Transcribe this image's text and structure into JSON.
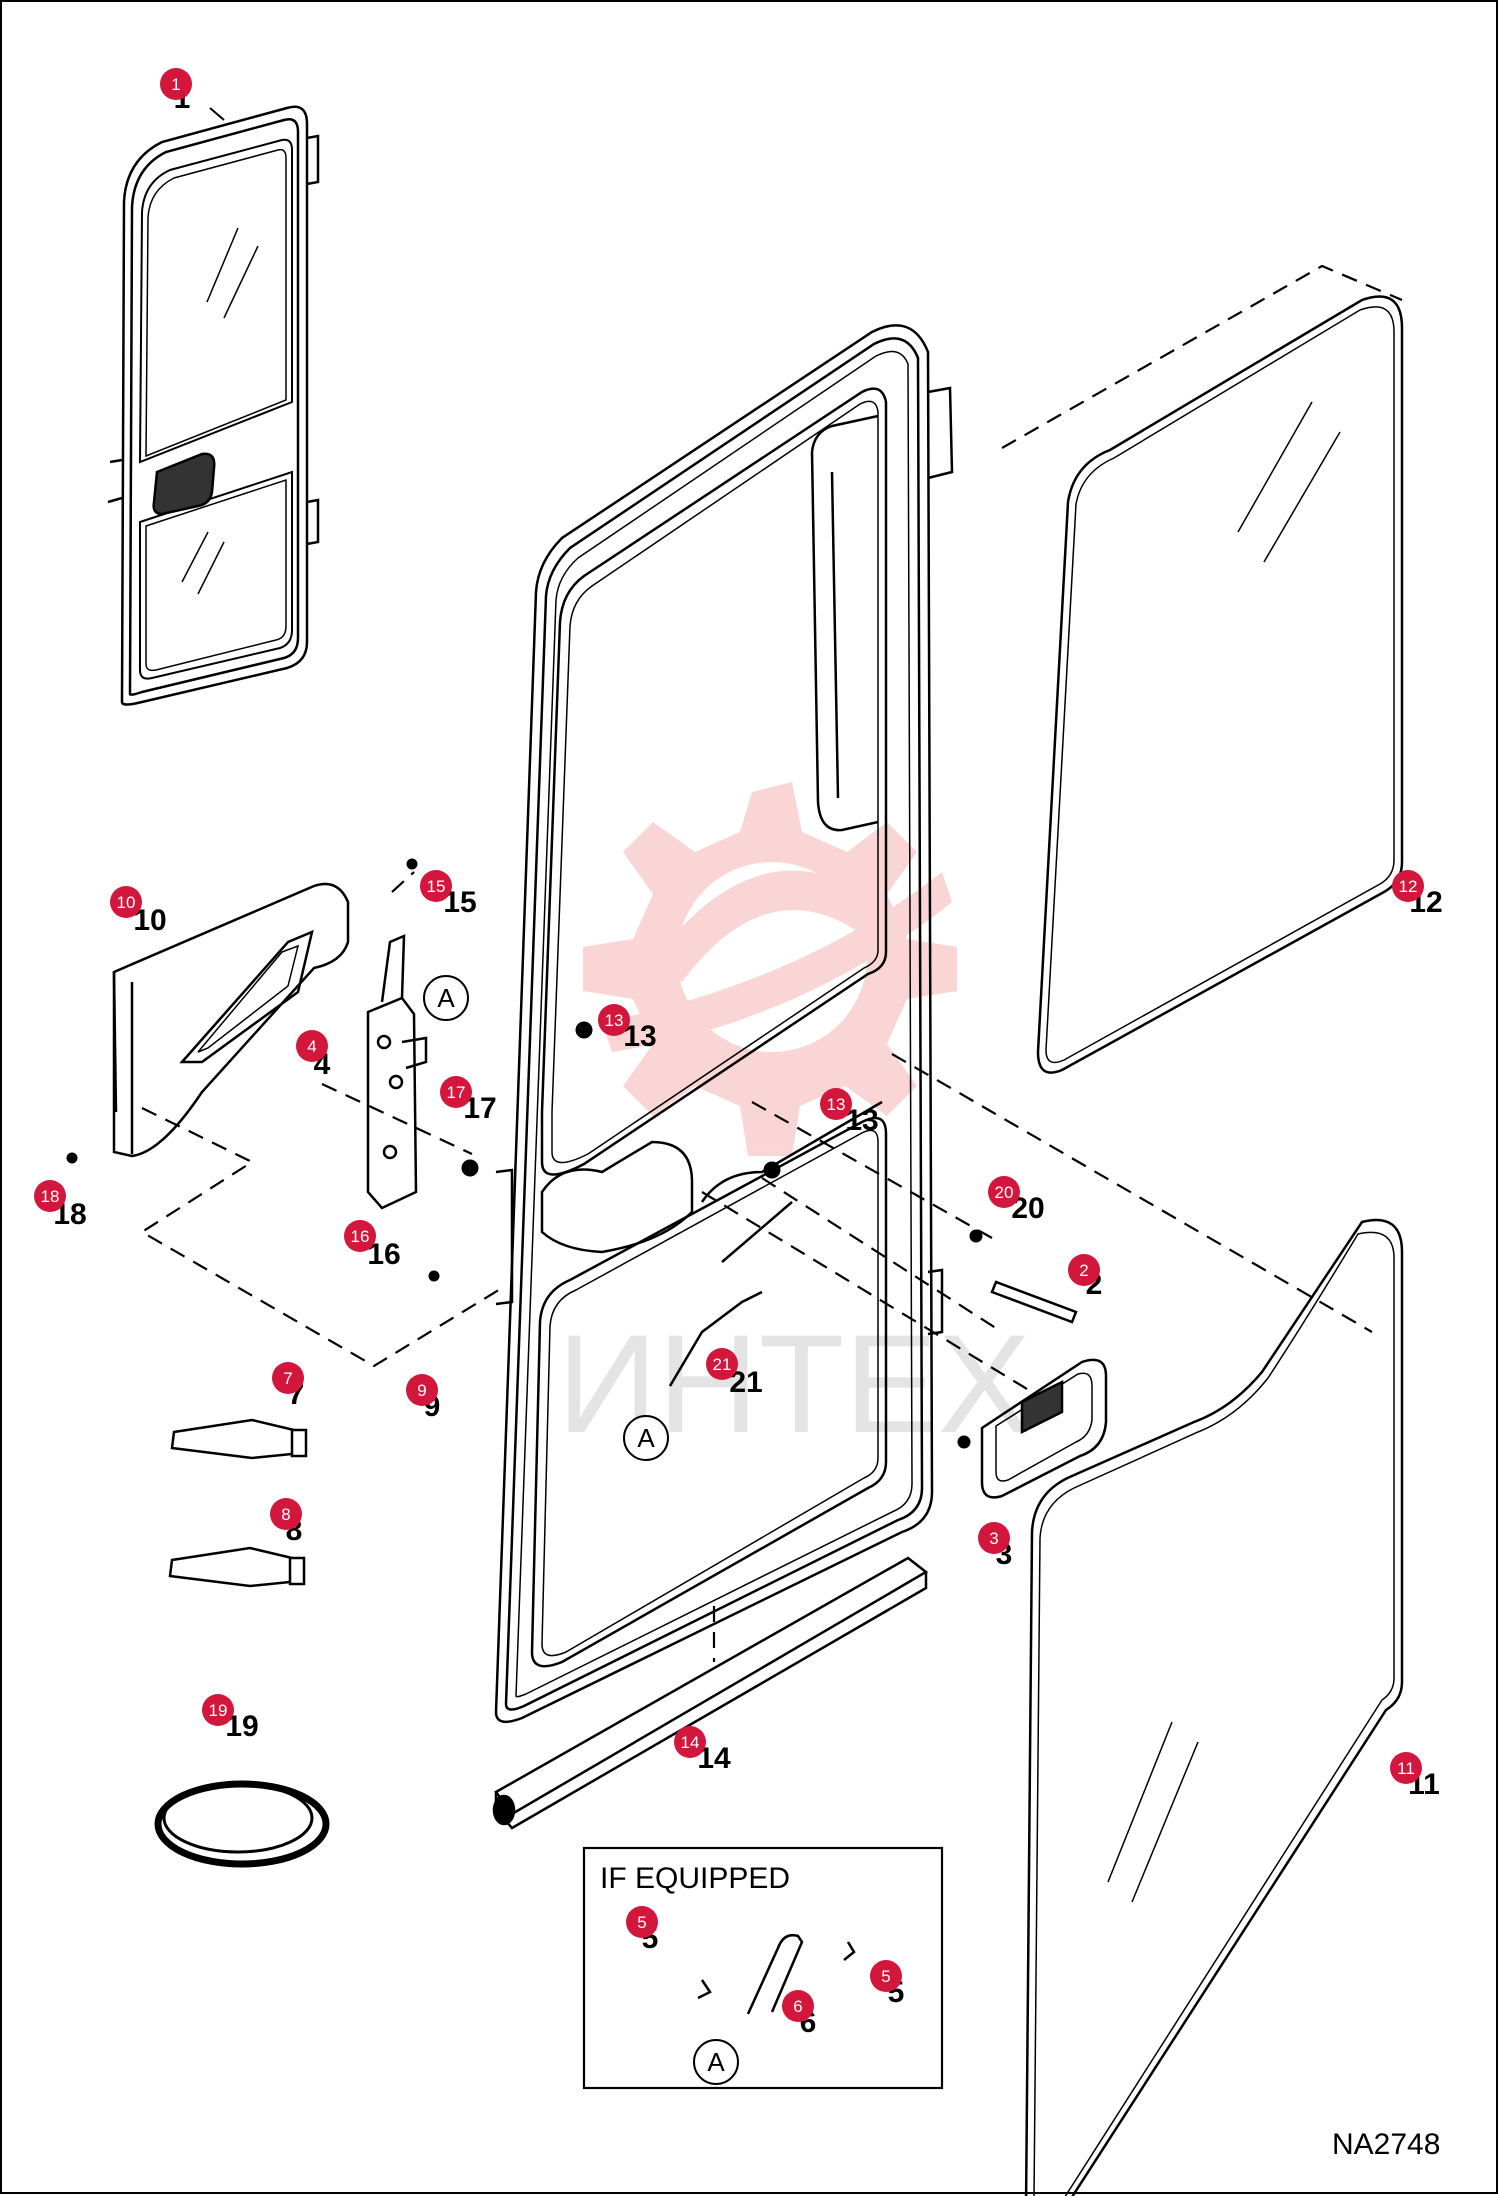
{
  "watermark": "ИНТЕХ",
  "diagram_code": "NA2748",
  "inset_title": "IF EQUIPPED",
  "ref_a": "A",
  "callouts": [
    {
      "id": "c1",
      "label": "1"
    },
    {
      "id": "c2",
      "label": "2"
    },
    {
      "id": "c3",
      "label": "3"
    },
    {
      "id": "c4",
      "label": "4"
    },
    {
      "id": "c5a",
      "label": "5"
    },
    {
      "id": "c5b",
      "label": "5"
    },
    {
      "id": "c6",
      "label": "6"
    },
    {
      "id": "c7",
      "label": "7"
    },
    {
      "id": "c8",
      "label": "8"
    },
    {
      "id": "c9",
      "label": "9"
    },
    {
      "id": "c10",
      "label": "10"
    },
    {
      "id": "c11",
      "label": "11"
    },
    {
      "id": "c12",
      "label": "12"
    },
    {
      "id": "c13a",
      "label": "13"
    },
    {
      "id": "c13b",
      "label": "13"
    },
    {
      "id": "c14",
      "label": "14"
    },
    {
      "id": "c15",
      "label": "15"
    },
    {
      "id": "c16",
      "label": "16"
    },
    {
      "id": "c17",
      "label": "17"
    },
    {
      "id": "c18",
      "label": "18"
    },
    {
      "id": "c19",
      "label": "19"
    },
    {
      "id": "c20",
      "label": "20"
    },
    {
      "id": "c21",
      "label": "21"
    }
  ],
  "colors": {
    "badge": "#d3163b",
    "line": "#000000",
    "watermark": "#f06a6a"
  }
}
